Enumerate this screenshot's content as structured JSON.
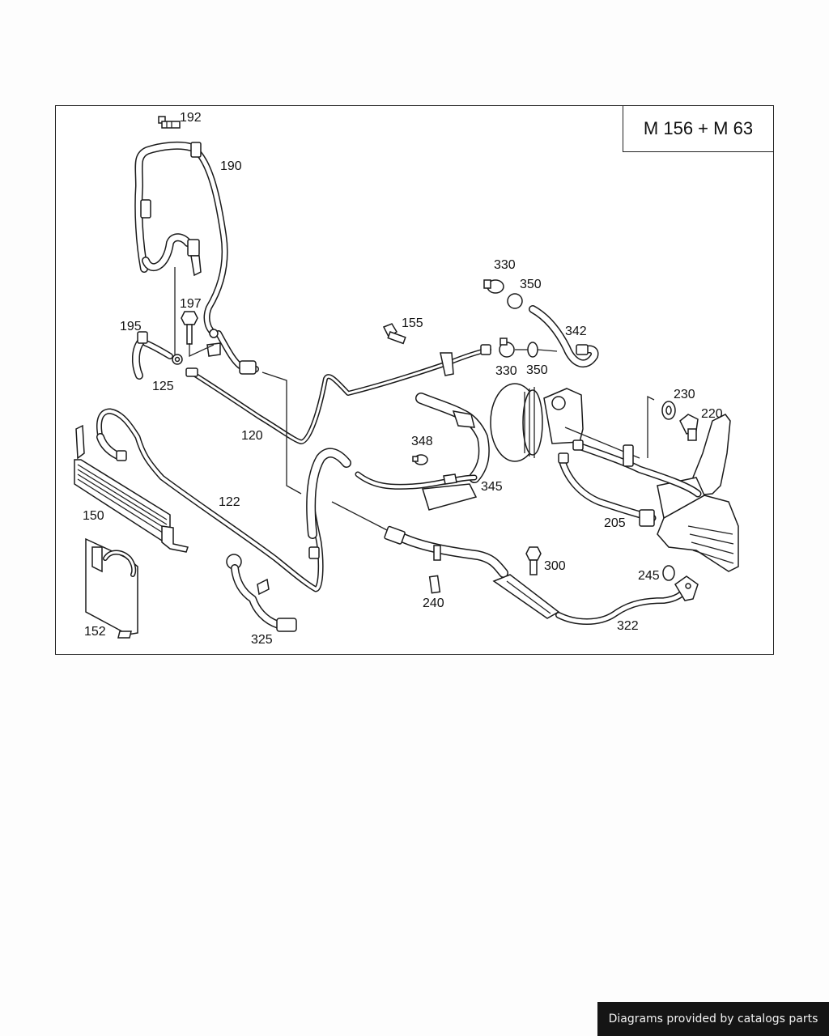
{
  "header": {
    "engine_code": "M 156 + M 63"
  },
  "parts": [
    {
      "id": "192",
      "label": "192"
    },
    {
      "id": "190",
      "label": "190"
    },
    {
      "id": "197",
      "label": "197"
    },
    {
      "id": "195",
      "label": "195"
    },
    {
      "id": "125",
      "label": "125"
    },
    {
      "id": "155",
      "label": "155"
    },
    {
      "id": "120",
      "label": "120"
    },
    {
      "id": "330a",
      "label": "330"
    },
    {
      "id": "350a",
      "label": "350"
    },
    {
      "id": "342",
      "label": "342"
    },
    {
      "id": "330b",
      "label": "330"
    },
    {
      "id": "350b",
      "label": "350"
    },
    {
      "id": "230",
      "label": "230"
    },
    {
      "id": "220",
      "label": "220"
    },
    {
      "id": "348",
      "label": "348"
    },
    {
      "id": "345",
      "label": "345"
    },
    {
      "id": "205",
      "label": "205"
    },
    {
      "id": "150",
      "label": "150"
    },
    {
      "id": "122",
      "label": "122"
    },
    {
      "id": "300",
      "label": "300"
    },
    {
      "id": "245",
      "label": "245"
    },
    {
      "id": "240",
      "label": "240"
    },
    {
      "id": "322",
      "label": "322"
    },
    {
      "id": "152",
      "label": "152"
    },
    {
      "id": "325",
      "label": "325"
    }
  ],
  "footer": {
    "credit": "Diagrams provided by catalogs parts"
  }
}
